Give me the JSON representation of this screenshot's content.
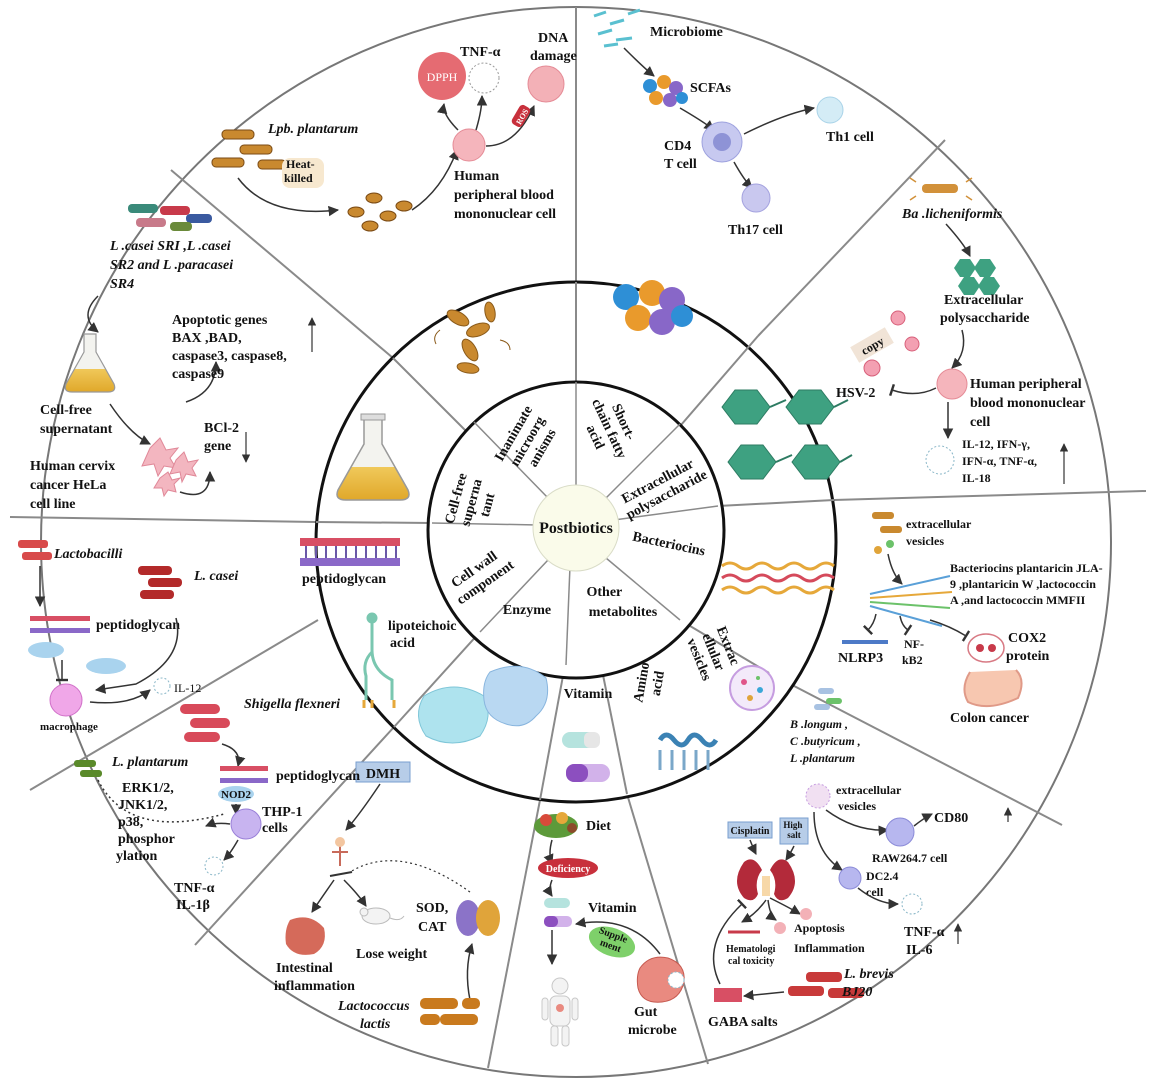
{
  "center": "Postbiotics",
  "categories": {
    "cell_free": [
      "Cell-free",
      "superna",
      "tant"
    ],
    "inanimate": [
      "Inanimate",
      "microorg",
      "anisms"
    ],
    "scfa": [
      "Short-",
      "chain fatty",
      "acid"
    ],
    "eps": [
      "Extracellular",
      "polysaccharide"
    ],
    "bacteriocins": "Bacteriocins",
    "other": [
      "Other",
      "metabolites"
    ],
    "enzyme": "Enzyme",
    "cell_wall": [
      "Cell wall",
      "component"
    ],
    "vitamin": "Vitamin",
    "amino": [
      "Amino",
      "acid"
    ],
    "ev": [
      "Extrac",
      "ellular",
      "vesicles"
    ]
  },
  "middle": {
    "peptidoglycan": "peptidoglycan",
    "lipoteichoic": [
      "lipoteichoic",
      "acid"
    ]
  },
  "inanimate_panel": {
    "species": "Lpb. plantarum",
    "heat": [
      "Heat-",
      "killed"
    ],
    "dpph": "DPPH",
    "tnf": "TNF-α",
    "dna": [
      "DNA",
      "damage"
    ],
    "ros": "ROS",
    "pbmc": [
      "Human",
      "peripheral blood",
      "mononuclear cell"
    ]
  },
  "scfa_panel": {
    "microbiome": "Microbiome",
    "scfas": "SCFAs",
    "cd4": [
      "CD4",
      "T cell"
    ],
    "th1": "Th1 cell",
    "th17": "Th17 cell"
  },
  "eps_panel": {
    "species": "Ba .licheniformis",
    "eps": [
      "Extracellular",
      "polysaccharide"
    ],
    "copy": "copy",
    "hsv": "HSV-2",
    "pbmc": [
      "Human peripheral",
      "blood mononuclear",
      "cell"
    ],
    "cytokines": [
      "IL-12, IFN-γ,",
      "IFN-α, TNF-α,",
      "IL-18"
    ]
  },
  "bacteriocin_panel": {
    "ev": [
      "extracellular",
      "vesicles"
    ],
    "list": [
      "Bacteriocins plantaricin JLA-",
      "9 ,plantaricin W ,lactococcin",
      "A ,and lactococcin MMFII"
    ],
    "nlrp3": "NLRP3",
    "nfkb": [
      "NF-",
      "kB2"
    ],
    "cox2": [
      "COX2",
      "protein"
    ],
    "colon": "Colon cancer"
  },
  "ev_panel": {
    "species": [
      "B .longum ,",
      "C .butyricum ,",
      "L .plantarum"
    ],
    "ev": [
      "extracellular",
      "vesicles"
    ],
    "cd80": "CD80",
    "raw": "RAW264.7 cell",
    "dc": [
      "DC2.4",
      "cell"
    ],
    "cyt": [
      "TNF-α",
      "IL-6"
    ]
  },
  "amino_panel": {
    "cisplatin": "Cisplatin",
    "salt": [
      "High",
      "salt"
    ],
    "apoptosis": "Apoptosis",
    "inflammation": "Inflammation",
    "hema": [
      "Hematologi",
      "cal toxicity"
    ],
    "species": [
      "L. brevis",
      "BJ20"
    ],
    "gaba": "GABA salts"
  },
  "vitamin_panel": {
    "diet": "Diet",
    "deficiency": "Deficiency",
    "vitamin": "Vitamin",
    "supplement": [
      "Supple",
      "ment"
    ],
    "gut": [
      "Gut",
      "microbe"
    ]
  },
  "enzyme_panel": {
    "dmh": "DMH",
    "sod": [
      "SOD,",
      "CAT"
    ],
    "intestinal": [
      "Intestinal",
      "inflammation"
    ],
    "weight": "Lose weight",
    "species": [
      "Lactococcus",
      "lactis"
    ]
  },
  "cellwall_panel": {
    "lacto": "Lactobacilli",
    "casei": "L. casei",
    "pg": "peptidoglycan",
    "il12": "IL-12",
    "macro": "macrophage",
    "shigella": "Shigella flexneri",
    "pg2": "peptidoglycan",
    "nod2": "NOD2",
    "lplant": "L. plantarum",
    "erk": [
      "ERK1/2,",
      "JNK1/2,",
      "p38,",
      "phosphor",
      "ylation"
    ],
    "thp": [
      "THP-1",
      "cells"
    ],
    "cyt": [
      "TNF-α",
      "IL-1β"
    ]
  },
  "cellfree_panel": {
    "species": [
      "L .casei SRI ,L .casei",
      "SR2 and L .paracasei",
      "SR4"
    ],
    "genes": [
      "Apoptotic genes",
      "BAX ,BAD,",
      "caspase3, caspase8,",
      "caspase9"
    ],
    "supernatant": [
      "Cell-free",
      "supernatant"
    ],
    "bcl": [
      "BCl-2",
      "gene"
    ],
    "hela": [
      "Human cervix",
      "cancer HeLa",
      "cell line"
    ]
  }
}
